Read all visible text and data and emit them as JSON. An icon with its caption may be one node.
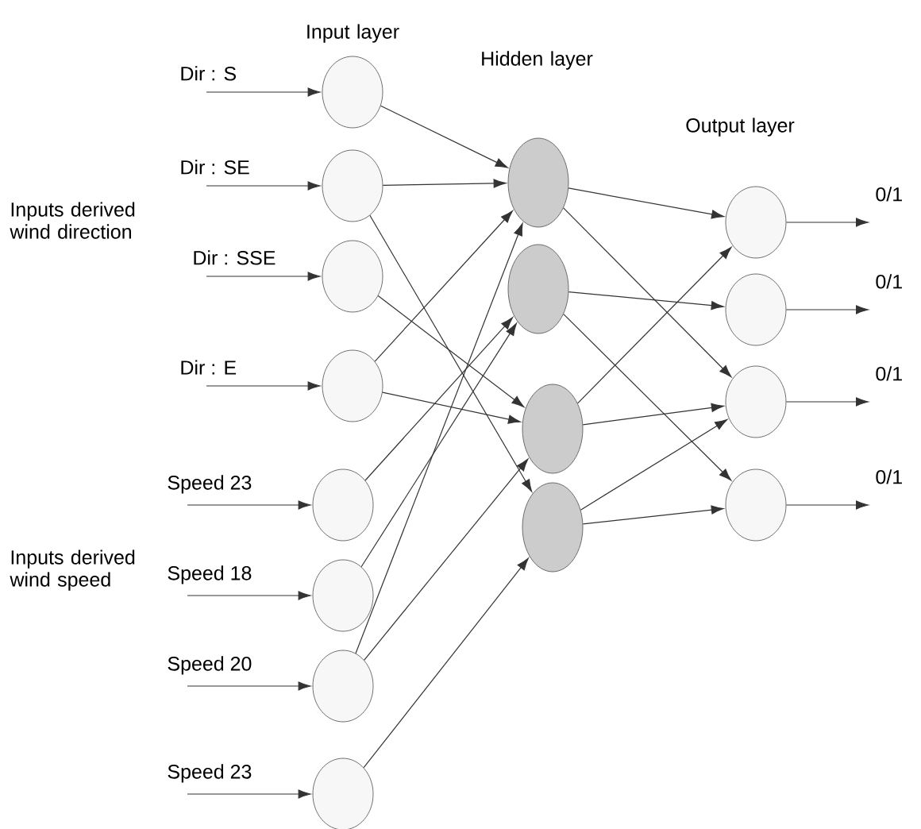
{
  "diagram": {
    "nodes": [
      {
        "text": [],
        "shape": "circle"
      },
      {
        "text": [],
        "shape": "circle"
      },
      {
        "text": [],
        "shape": "circle"
      },
      {
        "text": [],
        "shape": "circle"
      },
      {
        "text": [],
        "shape": "circle"
      },
      {
        "text": [],
        "shape": "circle"
      },
      {
        "text": [],
        "shape": "circle"
      },
      {
        "text": [],
        "shape": "circle"
      },
      {
        "text": [],
        "shape": "circle"
      },
      {
        "text": [],
        "shape": "circle"
      },
      {
        "text": [],
        "shape": "circle"
      },
      {
        "text": [],
        "shape": "circle"
      },
      {
        "text": [],
        "shape": "circle"
      },
      {
        "text": [],
        "shape": "circle"
      },
      {
        "text": [],
        "shape": "circle"
      },
      {
        "text": [],
        "shape": "circle"
      }
    ],
    "edges": [
      {
        "from": null,
        "to": 0,
        "arrow": "to",
        "label": "Dir : S"
      },
      {
        "from": null,
        "to": 1,
        "arrow": "to",
        "label": "Dir : SE"
      },
      {
        "from": null,
        "to": 2,
        "arrow": "to",
        "label": "Dir : SSE"
      },
      {
        "from": null,
        "to": 3,
        "arrow": "to",
        "label": "Dir : E"
      },
      {
        "from": null,
        "to": 4,
        "arrow": "to",
        "label": "Speed 23"
      },
      {
        "from": null,
        "to": 5,
        "arrow": "to",
        "label": "Speed 18"
      },
      {
        "from": null,
        "to": 6,
        "arrow": "to",
        "label": "Speed 20"
      },
      {
        "from": null,
        "to": 7,
        "arrow": "to",
        "label": "Speed 23"
      },
      {
        "from": 0,
        "to": 8,
        "arrow": "to"
      },
      {
        "from": 1,
        "to": 8,
        "arrow": "to"
      },
      {
        "from": 1,
        "to": 11,
        "arrow": "to"
      },
      {
        "from": 2,
        "to": 10,
        "arrow": "to"
      },
      {
        "from": 3,
        "to": 8,
        "arrow": "to"
      },
      {
        "from": 3,
        "to": 10,
        "arrow": "to"
      },
      {
        "from": 4,
        "to": 9,
        "arrow": "to"
      },
      {
        "from": 5,
        "to": 9,
        "arrow": "to"
      },
      {
        "from": 6,
        "to": 8,
        "arrow": "to"
      },
      {
        "from": 6,
        "to": 10,
        "arrow": "to"
      },
      {
        "from": 7,
        "to": 11,
        "arrow": "to"
      },
      {
        "from": 8,
        "to": 12,
        "arrow": "to"
      },
      {
        "from": 8,
        "to": 14,
        "arrow": "to"
      },
      {
        "from": 9,
        "to": 13,
        "arrow": "to"
      },
      {
        "from": 9,
        "to": 15,
        "arrow": "to"
      },
      {
        "from": 10,
        "to": 12,
        "arrow": "to"
      },
      {
        "from": 10,
        "to": 14,
        "arrow": "to"
      },
      {
        "from": 11,
        "to": 14,
        "arrow": "to"
      },
      {
        "from": 11,
        "to": 15,
        "arrow": "to"
      },
      {
        "from": 12,
        "to": null,
        "arrow": "to",
        "label": "0/1"
      },
      {
        "from": 13,
        "to": null,
        "arrow": "to",
        "label": "0/1"
      },
      {
        "from": 14,
        "to": null,
        "arrow": "to",
        "label": "0/1"
      },
      {
        "from": 15,
        "to": null,
        "arrow": "to",
        "label": "0/1"
      }
    ],
    "labels": [
      "Input layer",
      "Hidden layer",
      "Output layer",
      "Inputs derived wind direction",
      "Inputs derived wind speed"
    ]
  }
}
